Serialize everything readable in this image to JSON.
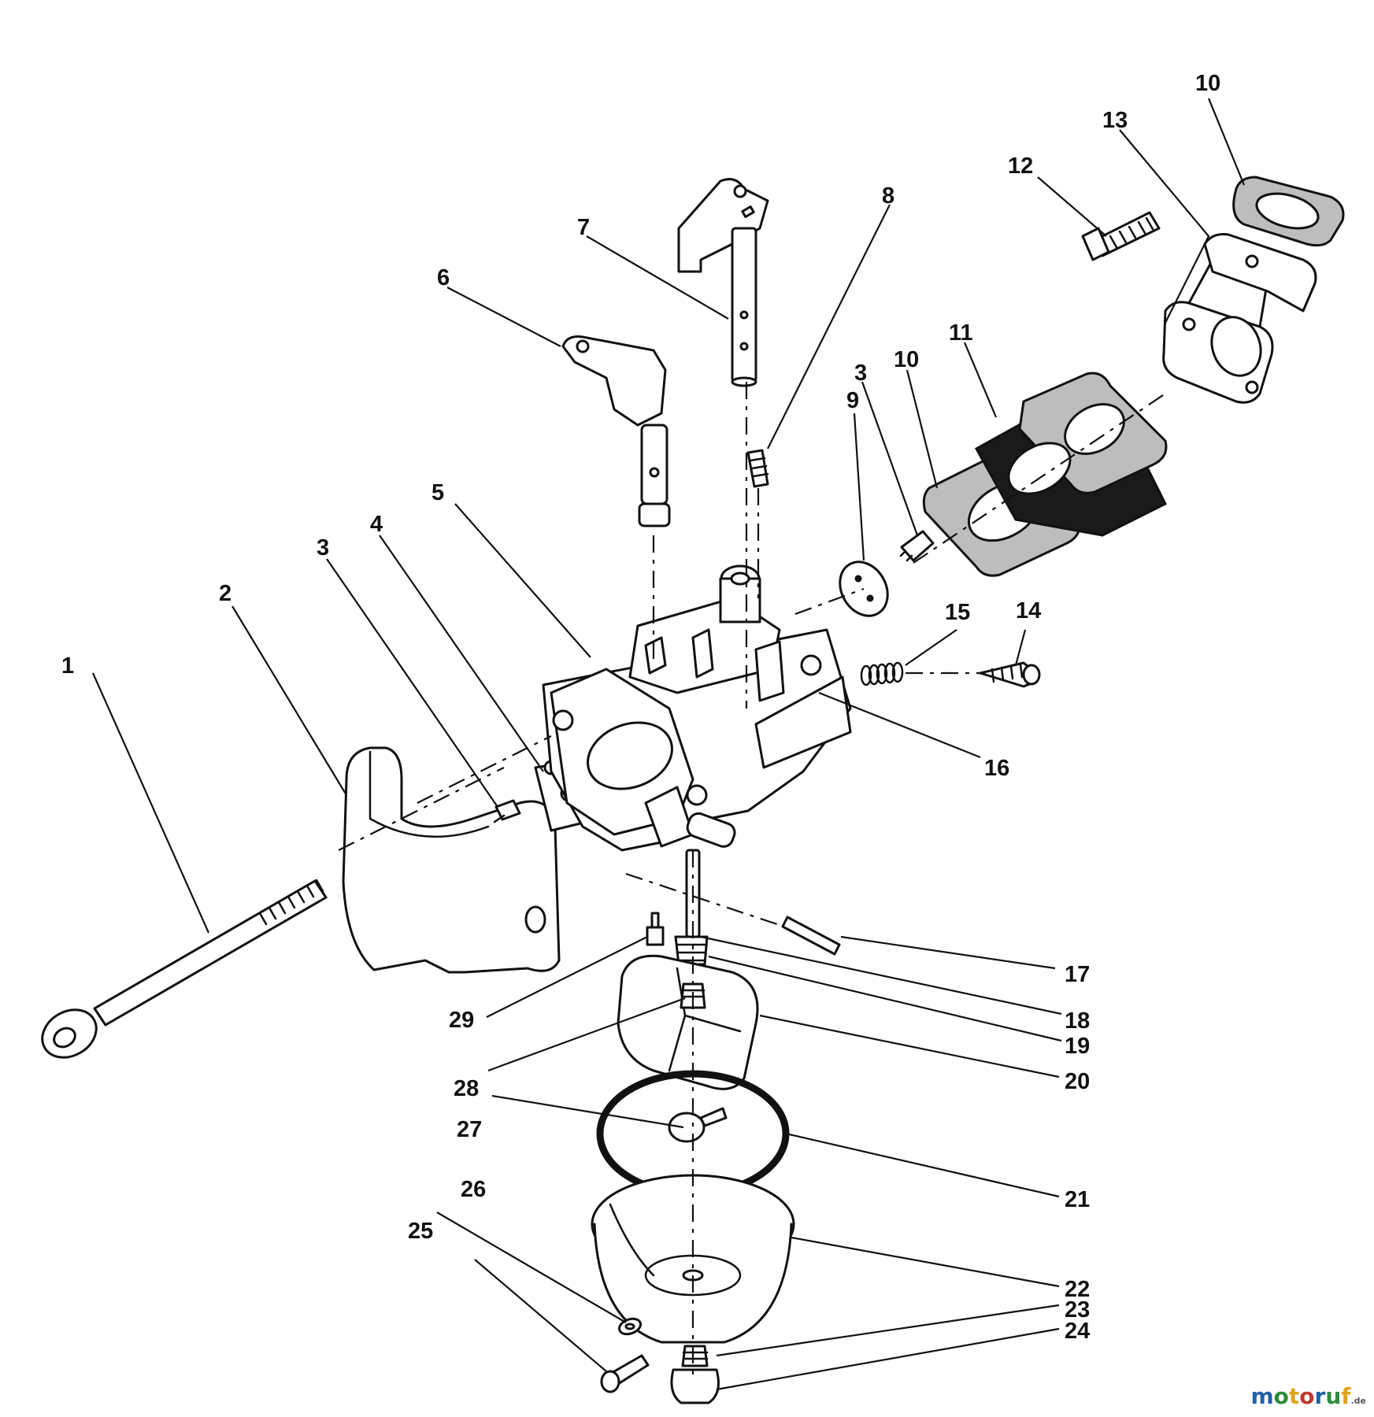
{
  "callouts": [
    "1",
    "2",
    "3",
    "4",
    "5",
    "6",
    "7",
    "8",
    "9",
    "10",
    "11",
    "12",
    "13",
    "14",
    "15",
    "16",
    "17",
    "18",
    "19",
    "20",
    "21",
    "22",
    "23",
    "24",
    "25",
    "26",
    "27",
    "28",
    "29"
  ],
  "labels": {
    "c1": "1",
    "c2": "2",
    "c3a": "3",
    "c3b": "3",
    "c4": "4",
    "c5": "5",
    "c6": "6",
    "c7": "7",
    "c8": "8",
    "c9": "9",
    "c10a": "10",
    "c10b": "10",
    "c11": "11",
    "c12": "12",
    "c13": "13",
    "c14": "14",
    "c15": "15",
    "c16": "16",
    "c17": "17",
    "c18": "18",
    "c19": "19",
    "c20": "20",
    "c21": "21",
    "c22": "22",
    "c23": "23",
    "c24": "24",
    "c25": "25",
    "c26": "26",
    "c27": "27",
    "c28": "28",
    "c29": "29"
  },
  "watermark": {
    "letters": [
      "m",
      "o",
      "t",
      "o",
      "r",
      "u",
      "f"
    ],
    "tld": ".de",
    "colors": [
      "#1f5fa8",
      "#2e8b3a",
      "#e0a419",
      "#c0392b",
      "#1f5fa8",
      "#2e8b3a",
      "#e0a419"
    ]
  }
}
